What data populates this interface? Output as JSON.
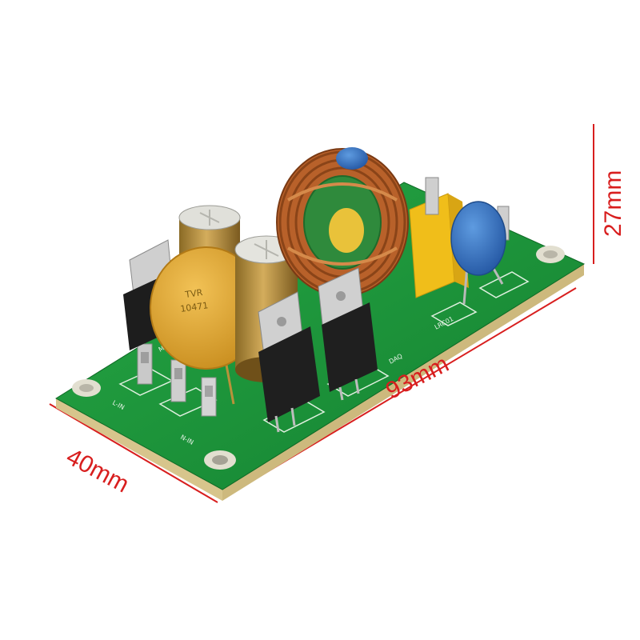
{
  "dimensions": {
    "length": "93mm",
    "width": "40mm",
    "height": "27mm",
    "color": "#d81e1e"
  },
  "board": {
    "varistor_text_line1": "TVR",
    "varistor_text_line2": "10471",
    "silkscreen": [
      "L-IN",
      "N-IN",
      "MUR1560",
      "LRC01",
      "DAQ"
    ],
    "pcb_color": "#1f9a3a",
    "cap_color": "#b8923a",
    "ycap_color": "#2f6fbd",
    "xcap_color": "#f2c21b"
  }
}
